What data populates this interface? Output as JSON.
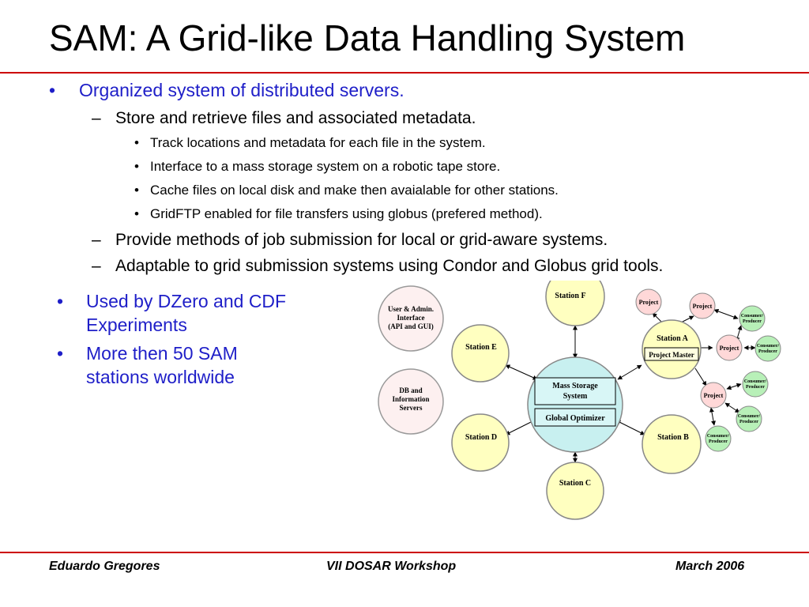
{
  "slide": {
    "title": "SAM: A Grid-like Data Handling System",
    "bullets": {
      "b1": "Organized system of distributed servers.",
      "s1": "Store and retrieve files and associated metadata.",
      "t1": "Track locations and metadata for each file in the system.",
      "t2": "Interface to a mass storage system on a robotic tape store.",
      "t3": "Cache files on local disk and make then avaialable for other stations.",
      "t4": "GridFTP enabled for file transfers using globus (prefered method).",
      "s2": "Provide methods of job submission for local or grid-aware systems.",
      "s3": "Adaptable to grid submission systems using Condor and Globus grid tools.",
      "b2_line1": "Used by DZero and CDF",
      "b2_line2": "Experiments",
      "b3_line1": "More then 50 SAM",
      "b3_line2": "stations worldwide"
    },
    "markers": {
      "bullet": "•",
      "dash": "–"
    },
    "footer": {
      "author": "Eduardo Gregores",
      "event": "VII DOSAR Workshop",
      "date": "March 2006"
    }
  },
  "diagram": {
    "ui_node": {
      "line1": "User & Admin.",
      "line2": "Interface",
      "line3": "(API  and  GUI)"
    },
    "db_node": {
      "line1": "DB and",
      "line2": "Information",
      "line3": "Servers"
    },
    "center": {
      "mss_line1": "Mass Storage",
      "mss_line2": "System",
      "optimizer": "Global Optimizer"
    },
    "stations": {
      "a": "Station A",
      "b": "Station B",
      "c": "Station C",
      "d": "Station D",
      "e": "Station E",
      "f": "Station F"
    },
    "project_master": "Project Master",
    "project": "Project",
    "consumer_line1": "Consumer/",
    "consumer_line2": "Producer",
    "colors": {
      "station": "#ffffc0",
      "center": "#c8f0f0",
      "project": "#ffd8d8",
      "consumer": "#b8f0b8",
      "gray_node": "#fdf0f0"
    }
  }
}
